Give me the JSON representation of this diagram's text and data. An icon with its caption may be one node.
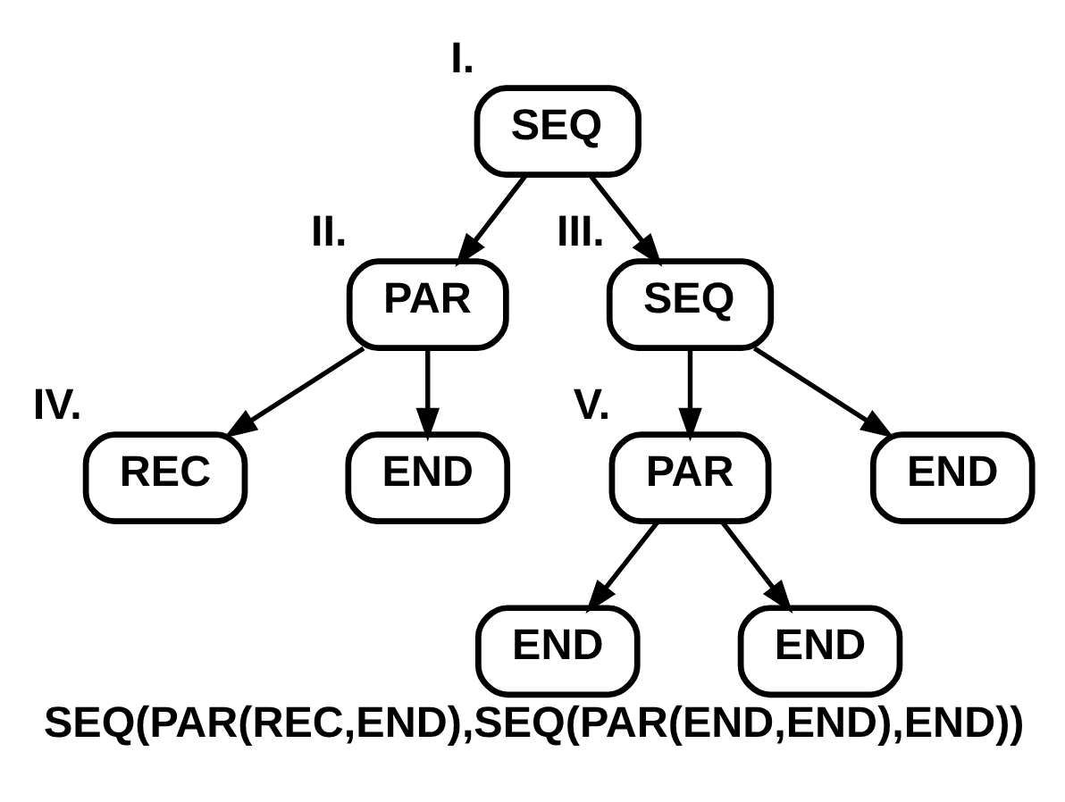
{
  "diagram": {
    "caption": "SEQ(PAR(REC,END),SEQ(PAR(END,END),END))",
    "nodes": [
      {
        "text": [
          "SEQ"
        ],
        "beside": [
          "I."
        ]
      },
      {
        "text": [
          "PAR"
        ],
        "beside": [
          "II."
        ]
      },
      {
        "text": [
          "SEQ"
        ],
        "beside": [
          "III."
        ]
      },
      {
        "text": [
          "REC"
        ],
        "beside": [
          "IV."
        ]
      },
      {
        "text": [
          "END"
        ]
      },
      {
        "text": [
          "PAR"
        ],
        "beside": [
          "V."
        ]
      },
      {
        "text": [
          "END"
        ]
      },
      {
        "text": [
          "END"
        ]
      },
      {
        "text": [
          "END"
        ]
      }
    ],
    "edges": [
      {
        "from": 0,
        "to": 1,
        "arrow": "to"
      },
      {
        "from": 0,
        "to": 2,
        "arrow": "to"
      },
      {
        "from": 1,
        "to": 3,
        "arrow": "to"
      },
      {
        "from": 1,
        "to": 4,
        "arrow": "to"
      },
      {
        "from": 2,
        "to": 5,
        "arrow": "to"
      },
      {
        "from": 2,
        "to": 6,
        "arrow": "to"
      },
      {
        "from": 5,
        "to": 7,
        "arrow": "to"
      },
      {
        "from": 5,
        "to": 8,
        "arrow": "to"
      }
    ]
  }
}
